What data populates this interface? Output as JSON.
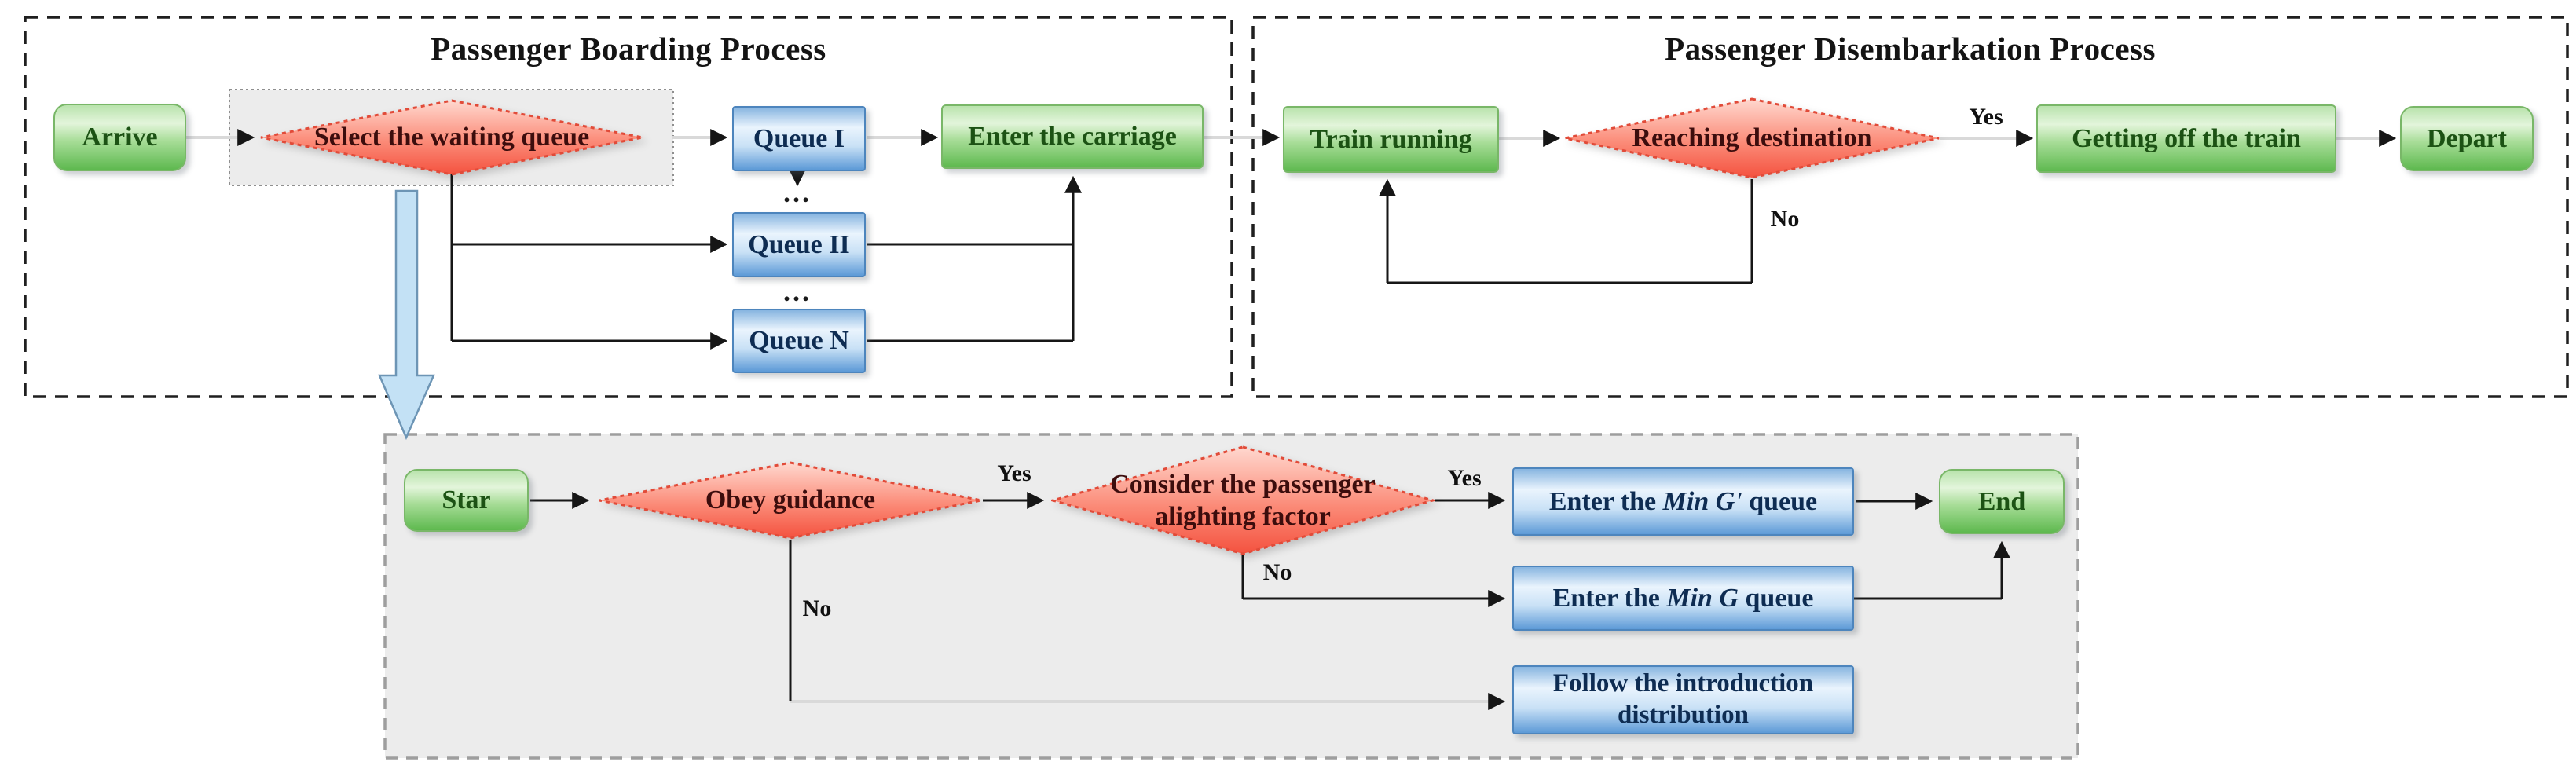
{
  "boarding": {
    "title": "Passenger Boarding Process",
    "arrive": "Arrive",
    "select_queue": "Select the waiting queue",
    "queue_1": "Queue I",
    "queue_2": "Queue II",
    "queue_n": "Queue N",
    "enter_carriage": "Enter the carriage",
    "ellipsis": "..."
  },
  "disembark": {
    "title": "Passenger Disembarkation Process",
    "train_running": "Train running",
    "reaching_destination": "Reaching destination",
    "getting_off": "Getting off the train",
    "depart": "Depart",
    "yes": "Yes",
    "no": "No"
  },
  "subprocess": {
    "start": "Star",
    "obey_guidance": "Obey guidance",
    "consider_factor": "Consider the passenger alighting factor",
    "min_g_prime": {
      "pre": "Enter the ",
      "em": "Min G'",
      "post": " queue"
    },
    "min_g": {
      "pre": "Enter the ",
      "em": "Min G",
      "post": " queue"
    },
    "follow": "Follow the introduction distribution",
    "end": "End",
    "yes": "Yes",
    "no": "No"
  },
  "colors": {
    "green_node_fill_bottom": "#5eb94f",
    "green_node_border": "#79b768",
    "green_text": "#1c5214",
    "blue_node_fill_bottom": "#5d9ad7",
    "blue_node_border": "#4d85bd",
    "blue_text": "#0e2c52",
    "diamond_fill": "#f4523f",
    "diamond_border": "#e14b39",
    "panel_border_dark": "#1f1f1f",
    "subpanel_fill": "#ececec",
    "connector_light": "#d9d9d9",
    "connector_dark": "#161616",
    "expand_arrow_fill": "#c3e1f5"
  }
}
